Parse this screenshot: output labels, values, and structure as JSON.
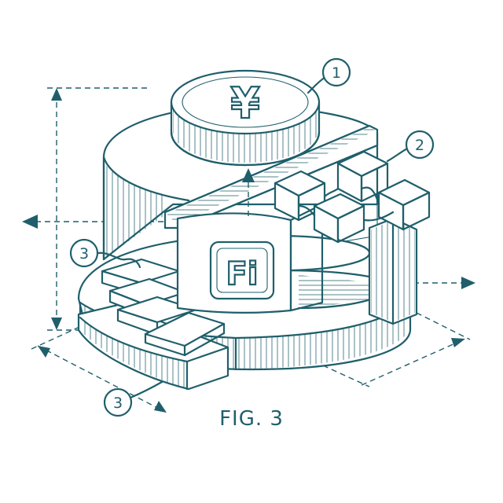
{
  "figure": {
    "caption": "FIG. 3"
  },
  "callouts": [
    {
      "id": "callout-1",
      "label": "1"
    },
    {
      "id": "callout-2",
      "label": "2"
    },
    {
      "id": "callout-3a",
      "label": "3"
    },
    {
      "id": "callout-3b",
      "label": "3"
    }
  ],
  "coin_symbol": "¥",
  "core_logo_text": "Fi",
  "colors": {
    "ink": "#1f5f6b",
    "background": "#ffffff"
  }
}
